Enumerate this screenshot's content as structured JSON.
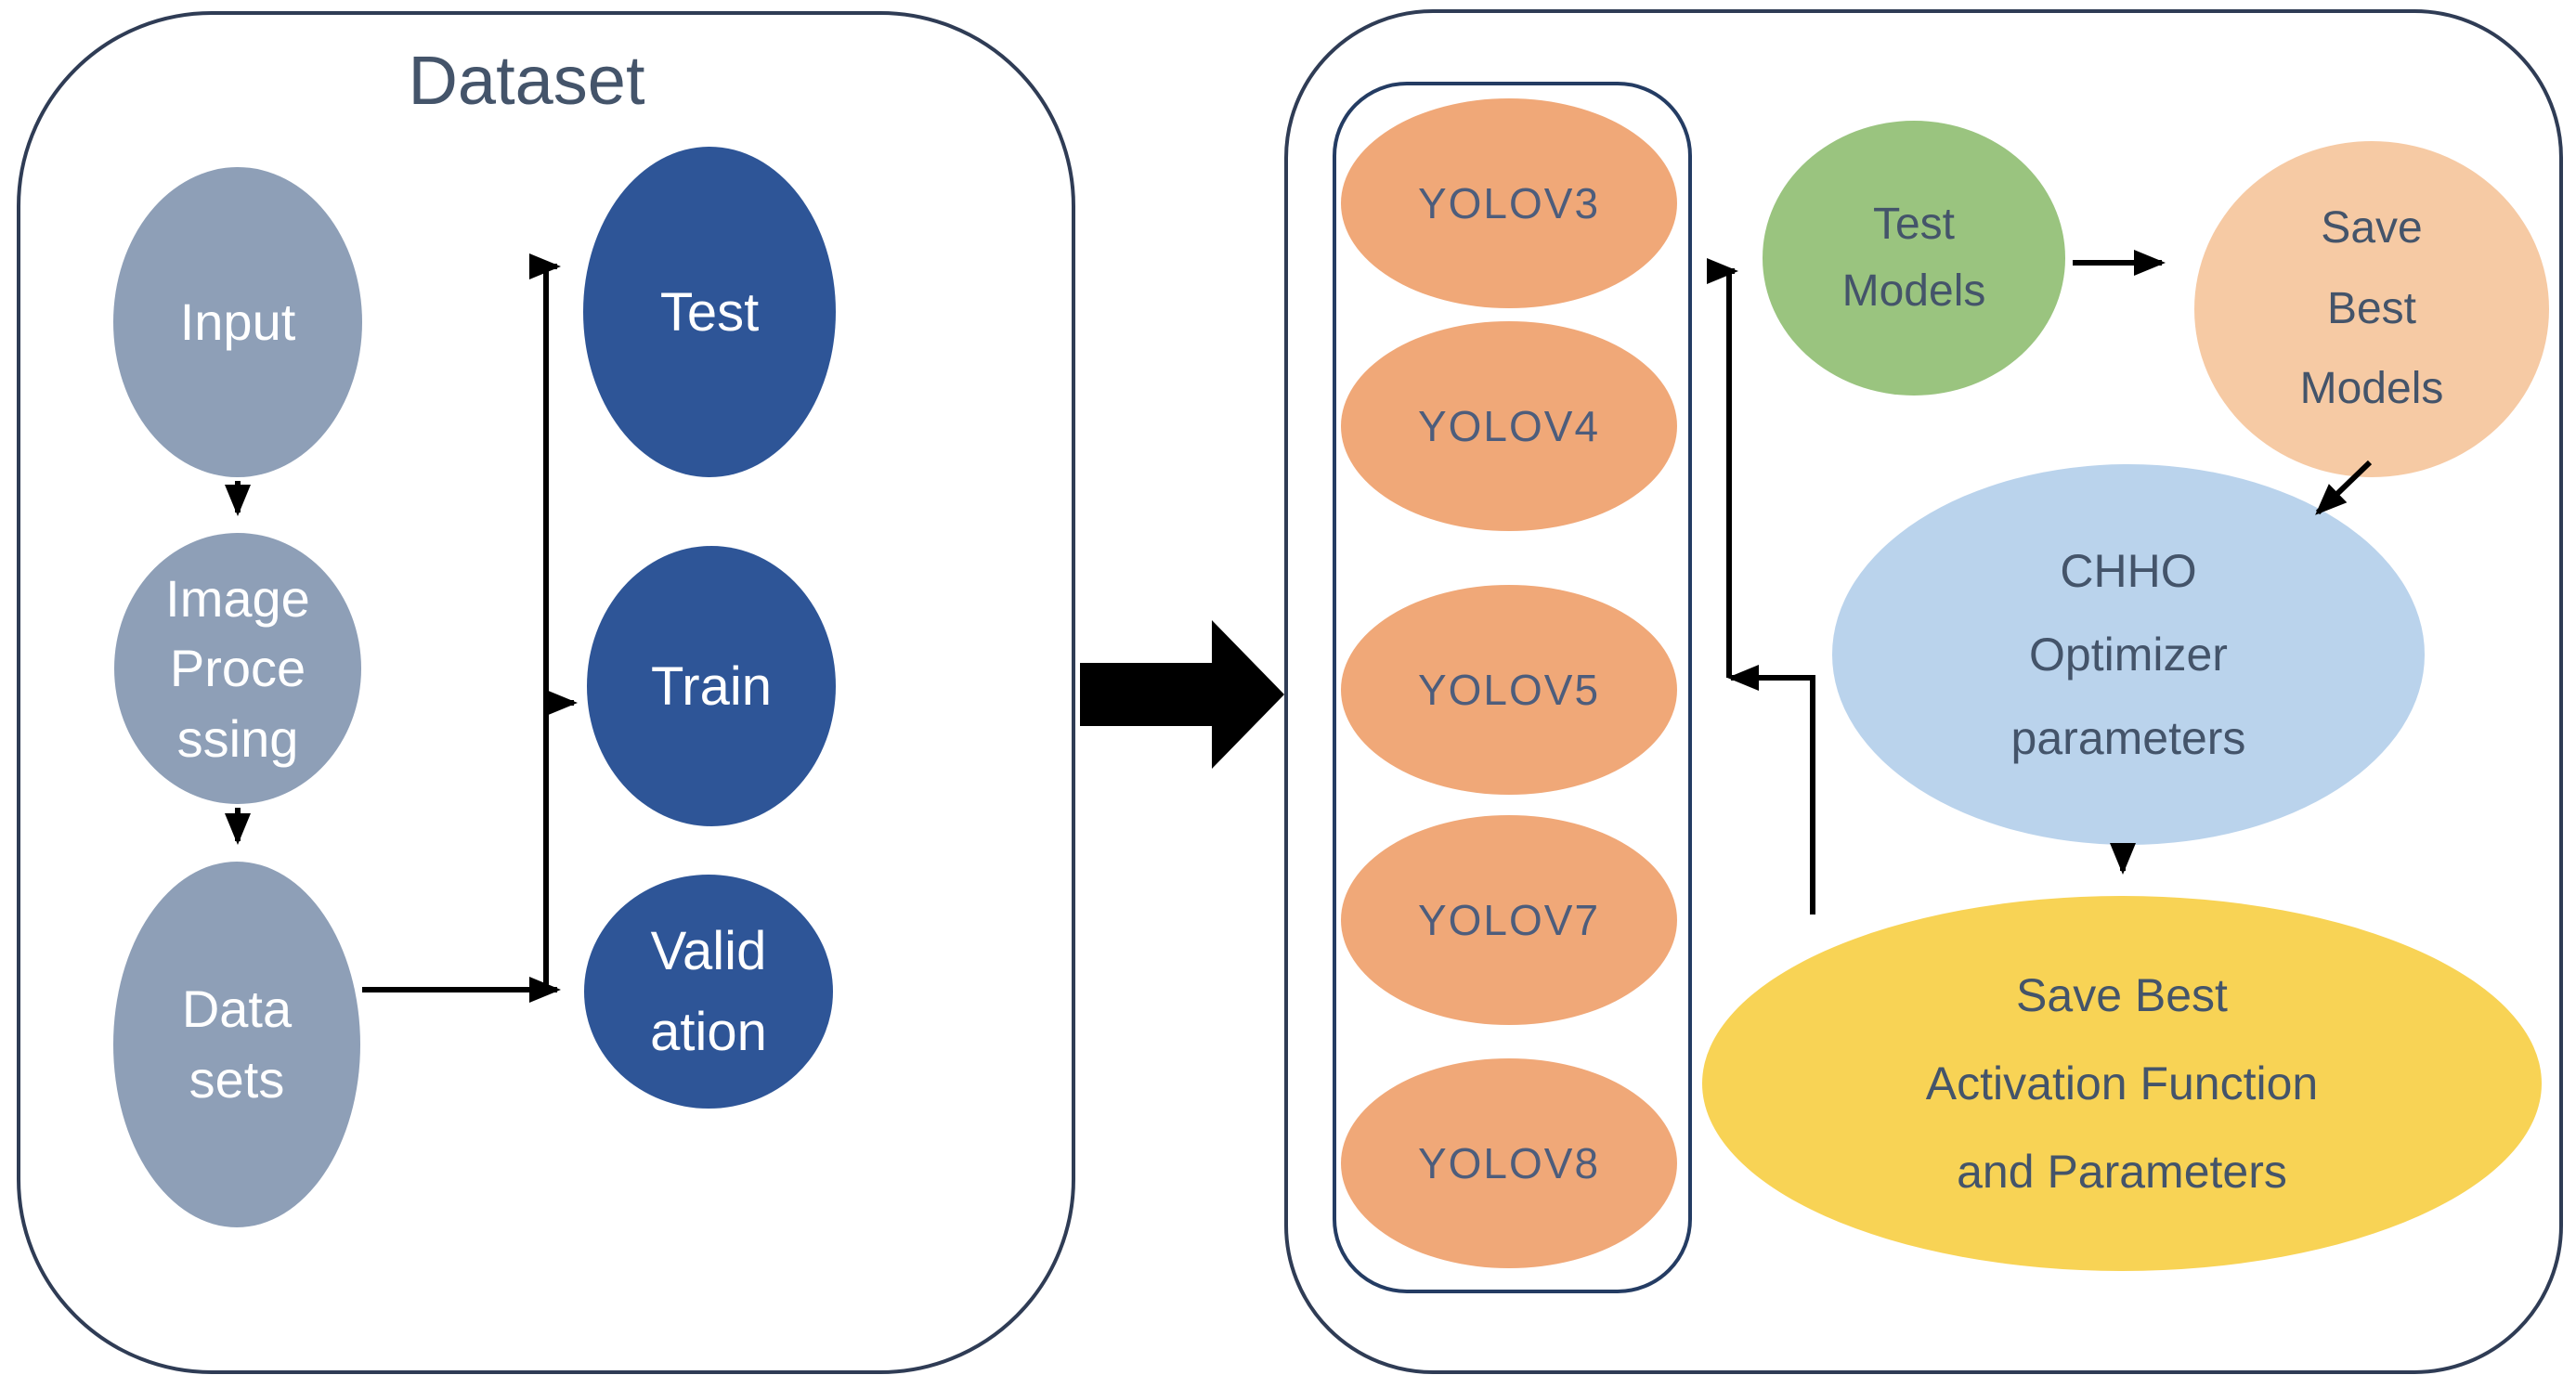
{
  "left_panel": {
    "title": "Dataset",
    "nodes": {
      "input": {
        "label": "Input"
      },
      "image_processing": {
        "lines": [
          "Image",
          "Proce",
          "ssing"
        ]
      },
      "datasets": {
        "lines": [
          "Data",
          "sets"
        ]
      },
      "test": {
        "label": "Test"
      },
      "train": {
        "label": "Train"
      },
      "validation": {
        "lines": [
          "Valid",
          "ation"
        ]
      }
    }
  },
  "right_panel": {
    "yolo_models": [
      "YOLOV3",
      "YOLOV4",
      "YOLOV5",
      "YOLOV7",
      "YOLOV8"
    ],
    "test_models": {
      "lines": [
        "Test",
        "Models"
      ]
    },
    "save_best_models": {
      "lines": [
        "Save",
        "Best",
        "Models"
      ]
    },
    "chho_optimizer": {
      "lines": [
        "CHHO",
        "Optimizer",
        "parameters"
      ]
    },
    "save_best_activation": {
      "lines": [
        "Save Best",
        "Activation Function",
        "and Parameters"
      ]
    }
  },
  "colors": {
    "gray_node": "#8E9FB7",
    "dark_blue_node": "#2E5597",
    "orange_node": "#F0A878",
    "green_node": "#9AC47F",
    "peach_node": "#F6CAA4",
    "light_blue_node": "#BAD3EC",
    "yellow_node": "#F8D355",
    "panel_border": "#2F3C55",
    "inner_border": "#243C63",
    "node_text": "#44546A",
    "yolo_text": "#4D5D7C",
    "white_text": "#FFFFFF",
    "arrow": "#000000"
  }
}
